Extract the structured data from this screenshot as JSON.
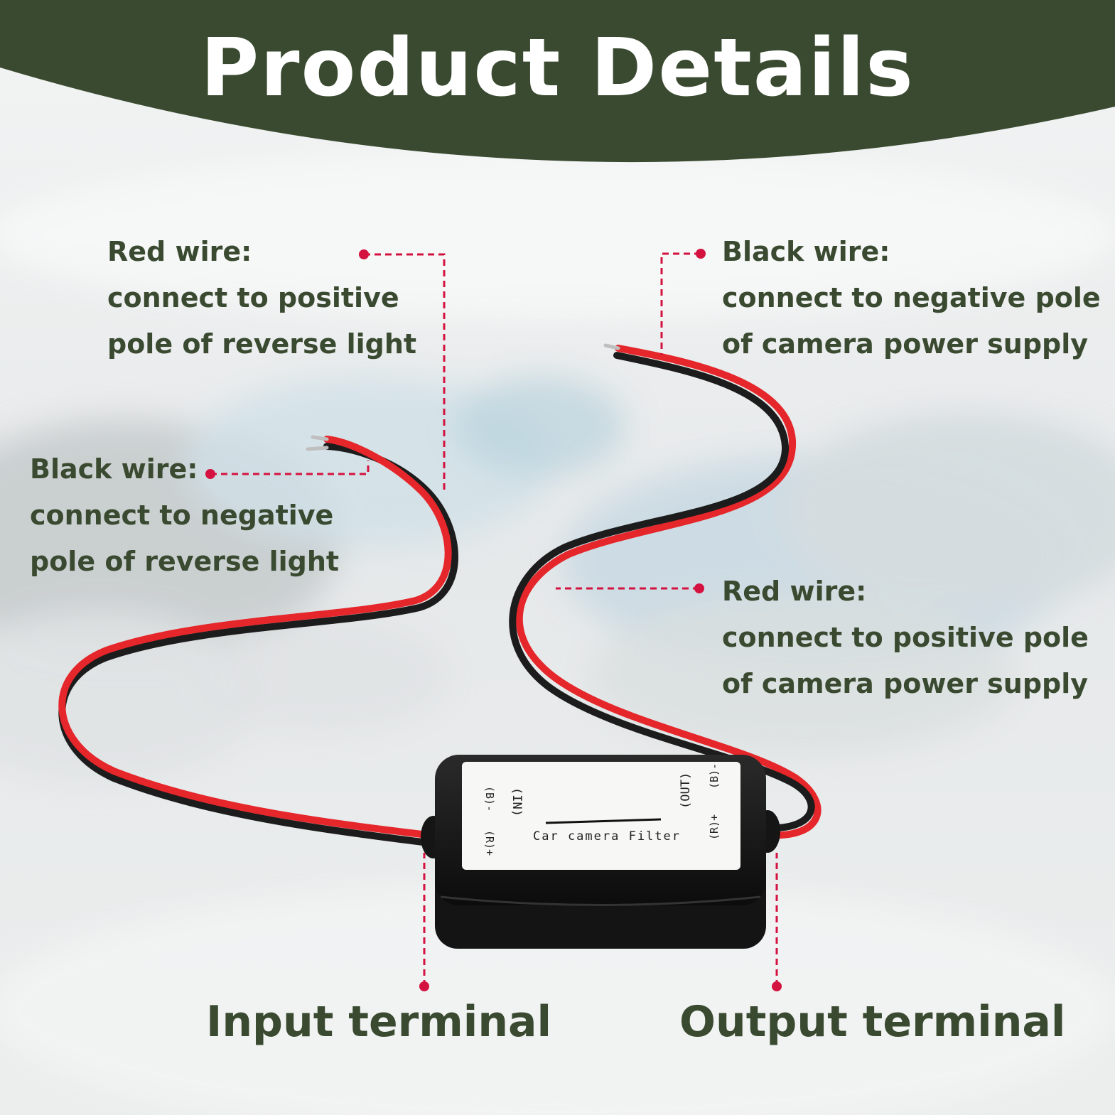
{
  "header": {
    "title": "Product Details"
  },
  "callouts": {
    "red_wire_input": {
      "heading": "Red wire:",
      "line1": "connect to positive",
      "line2": "pole of reverse light"
    },
    "black_wire_input": {
      "heading": "Black wire:",
      "line1": "connect to negative",
      "line2": "pole of reverse light"
    },
    "black_wire_output": {
      "heading": "Black wire:",
      "line1": "connect to negative pole",
      "line2": "of camera power supply"
    },
    "red_wire_output": {
      "heading": "Red wire:",
      "line1": "connect to positive pole",
      "line2": "of camera power supply"
    }
  },
  "terminals": {
    "input": "Input terminal",
    "output": "Output terminal"
  },
  "device": {
    "label": "Car camera Filter",
    "in_mark": "(IN)",
    "out_mark": "(OUT)",
    "b_minus": "(B)-",
    "r_plus": "(R)+"
  },
  "colors": {
    "header_green": "#3a4a30",
    "text_green": "#3a4a30",
    "callout_red": "#d4123f",
    "wire_red": "#e5262a",
    "wire_black": "#1c1c1c"
  }
}
